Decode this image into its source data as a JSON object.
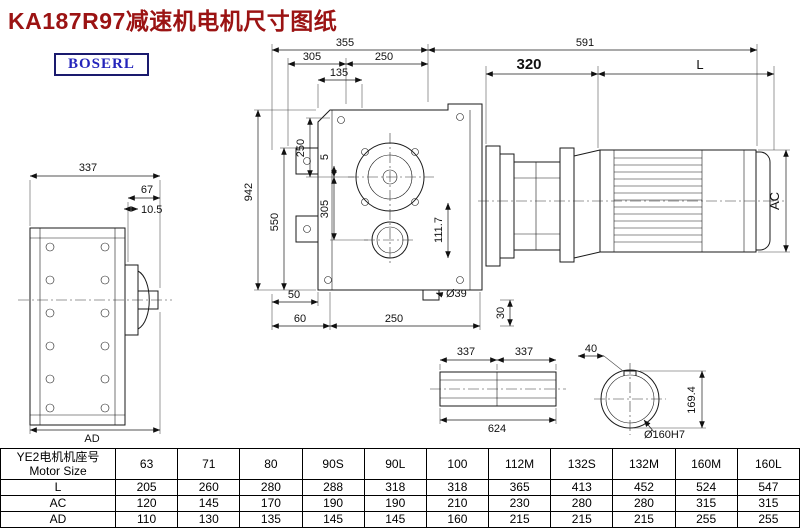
{
  "page": {
    "title": "KA187R97减速机电机尺寸图纸",
    "logo": "BOSERL"
  },
  "colors": {
    "title_color": "#9b1313",
    "logo_color": "#2424bb"
  },
  "dims": {
    "left_337": "337",
    "left_67": "67",
    "left_10_5": "10.5",
    "left_ad": "AD",
    "top_355": "355",
    "top_591": "591",
    "top_305": "305",
    "top_250": "250",
    "top_135": "135",
    "v_942": "942",
    "v_550": "550",
    "v_250": "250",
    "v_5": "5",
    "v_305": "305",
    "v_111_7": "111.7",
    "b_50": "50",
    "b_60": "60",
    "b_250": "250",
    "b_o39": "Ø39",
    "b_30": "30",
    "m_320": "320",
    "m_l": "L",
    "m_ac": "AC",
    "s_337a": "337",
    "s_337b": "337",
    "s_624": "624",
    "c_40": "40",
    "c_169_4": "169.4",
    "c_bore": "Ø160H7"
  },
  "table": {
    "header_cn": "YE2电机机座号",
    "header_en": "Motor Size",
    "motor_sizes": [
      "63",
      "71",
      "80",
      "90S",
      "90L",
      "100",
      "112M",
      "132S",
      "132M",
      "160M",
      "160L"
    ],
    "rows": [
      {
        "label": "L",
        "values": [
          "205",
          "260",
          "280",
          "288",
          "318",
          "318",
          "365",
          "413",
          "452",
          "524",
          "547"
        ]
      },
      {
        "label": "AC",
        "values": [
          "120",
          "145",
          "170",
          "190",
          "190",
          "210",
          "230",
          "280",
          "280",
          "315",
          "315"
        ]
      },
      {
        "label": "AD",
        "values": [
          "110",
          "130",
          "135",
          "145",
          "145",
          "160",
          "215",
          "215",
          "215",
          "255",
          "255"
        ]
      }
    ]
  }
}
